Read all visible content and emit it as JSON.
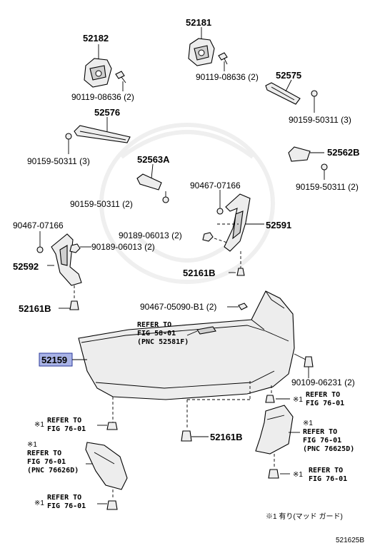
{
  "labels": {
    "p52182": "52182",
    "p52181": "52181",
    "b90119_a": "90119-08636 (2)",
    "b90119_b": "90119-08636 (2)",
    "p52575": "52575",
    "p52576": "52576",
    "s90159_a": "90159-50311 (3)",
    "s90159_b": "90159-50311 (3)",
    "p52563A": "52563A",
    "p52562B": "52562B",
    "s90159_c": "90159-50311 (2)",
    "s90159_d": "90159-50311 (2)",
    "c90467_a": "90467-07166",
    "c90467_b": "90467-07166",
    "p52591": "52591",
    "c90189_a": "90189-06013 (2)",
    "c90189_b": "90189-06013 (2)",
    "p52592": "52592",
    "p52161B_a": "52161B",
    "p52161B_b": "52161B",
    "p52161B_c": "52161B",
    "c90467_c": "90467-05090-B1 (2)",
    "ref58_1": "REFER TO",
    "ref58_2": "FIG 58-01",
    "ref58_3": "(PNC 52581F)",
    "p52159": "52159",
    "b90109": "90109-06231 (2)",
    "refR1_mark": "※1",
    "refR1_1": "REFER TO",
    "refR1_2": "FIG 76-01",
    "refL1_mark": "※1",
    "refL1_1": "REFER TO",
    "refL1_2": "FIG 76-01",
    "refRM_mark": "※1",
    "refRM_1": "REFER TO",
    "refRM_2": "FIG 76-01",
    "refRM_3": "(PNC 76625D)",
    "refLM_mark": "※1",
    "refLM_1": "REFER TO",
    "refLM_2": "FIG 76-01",
    "refLM_3": "(PNC 76626D)",
    "refR2_mark": "※1",
    "refR2_1": "REFER TO",
    "refR2_2": "FIG 76-01",
    "refL2_mark": "※1",
    "refL2_1": "REFER TO",
    "refL2_2": "FIG 76-01",
    "note": "※1 有り(マッド ガード)",
    "figure_id": "521625B"
  },
  "colors": {
    "highlight": "#a9b3e6",
    "highlight_border": "#2b3a9a",
    "part_fill": "#ededed",
    "line": "#000000"
  }
}
